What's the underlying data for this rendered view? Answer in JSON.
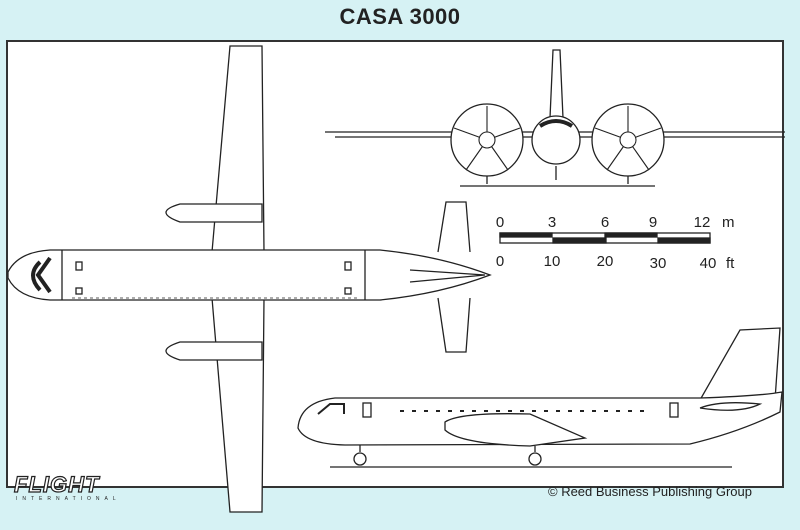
{
  "title": "CASA 3000",
  "scale": {
    "metric_unit": "m",
    "metric_ticks": [
      "0",
      "3",
      "6",
      "9",
      "12"
    ],
    "imperial_unit": "ft",
    "imperial_ticks": [
      "0",
      "10",
      "20",
      "30",
      "40"
    ]
  },
  "views": [
    "top-view",
    "front-view",
    "side-view"
  ],
  "logo": {
    "text": "FLIGHT",
    "subtext": "INTERNATIONAL"
  },
  "copyright": "© Reed Business Publishing Group",
  "colors": {
    "background": "#d6f2f4",
    "paper": "#ffffff",
    "ink": "#222222"
  }
}
